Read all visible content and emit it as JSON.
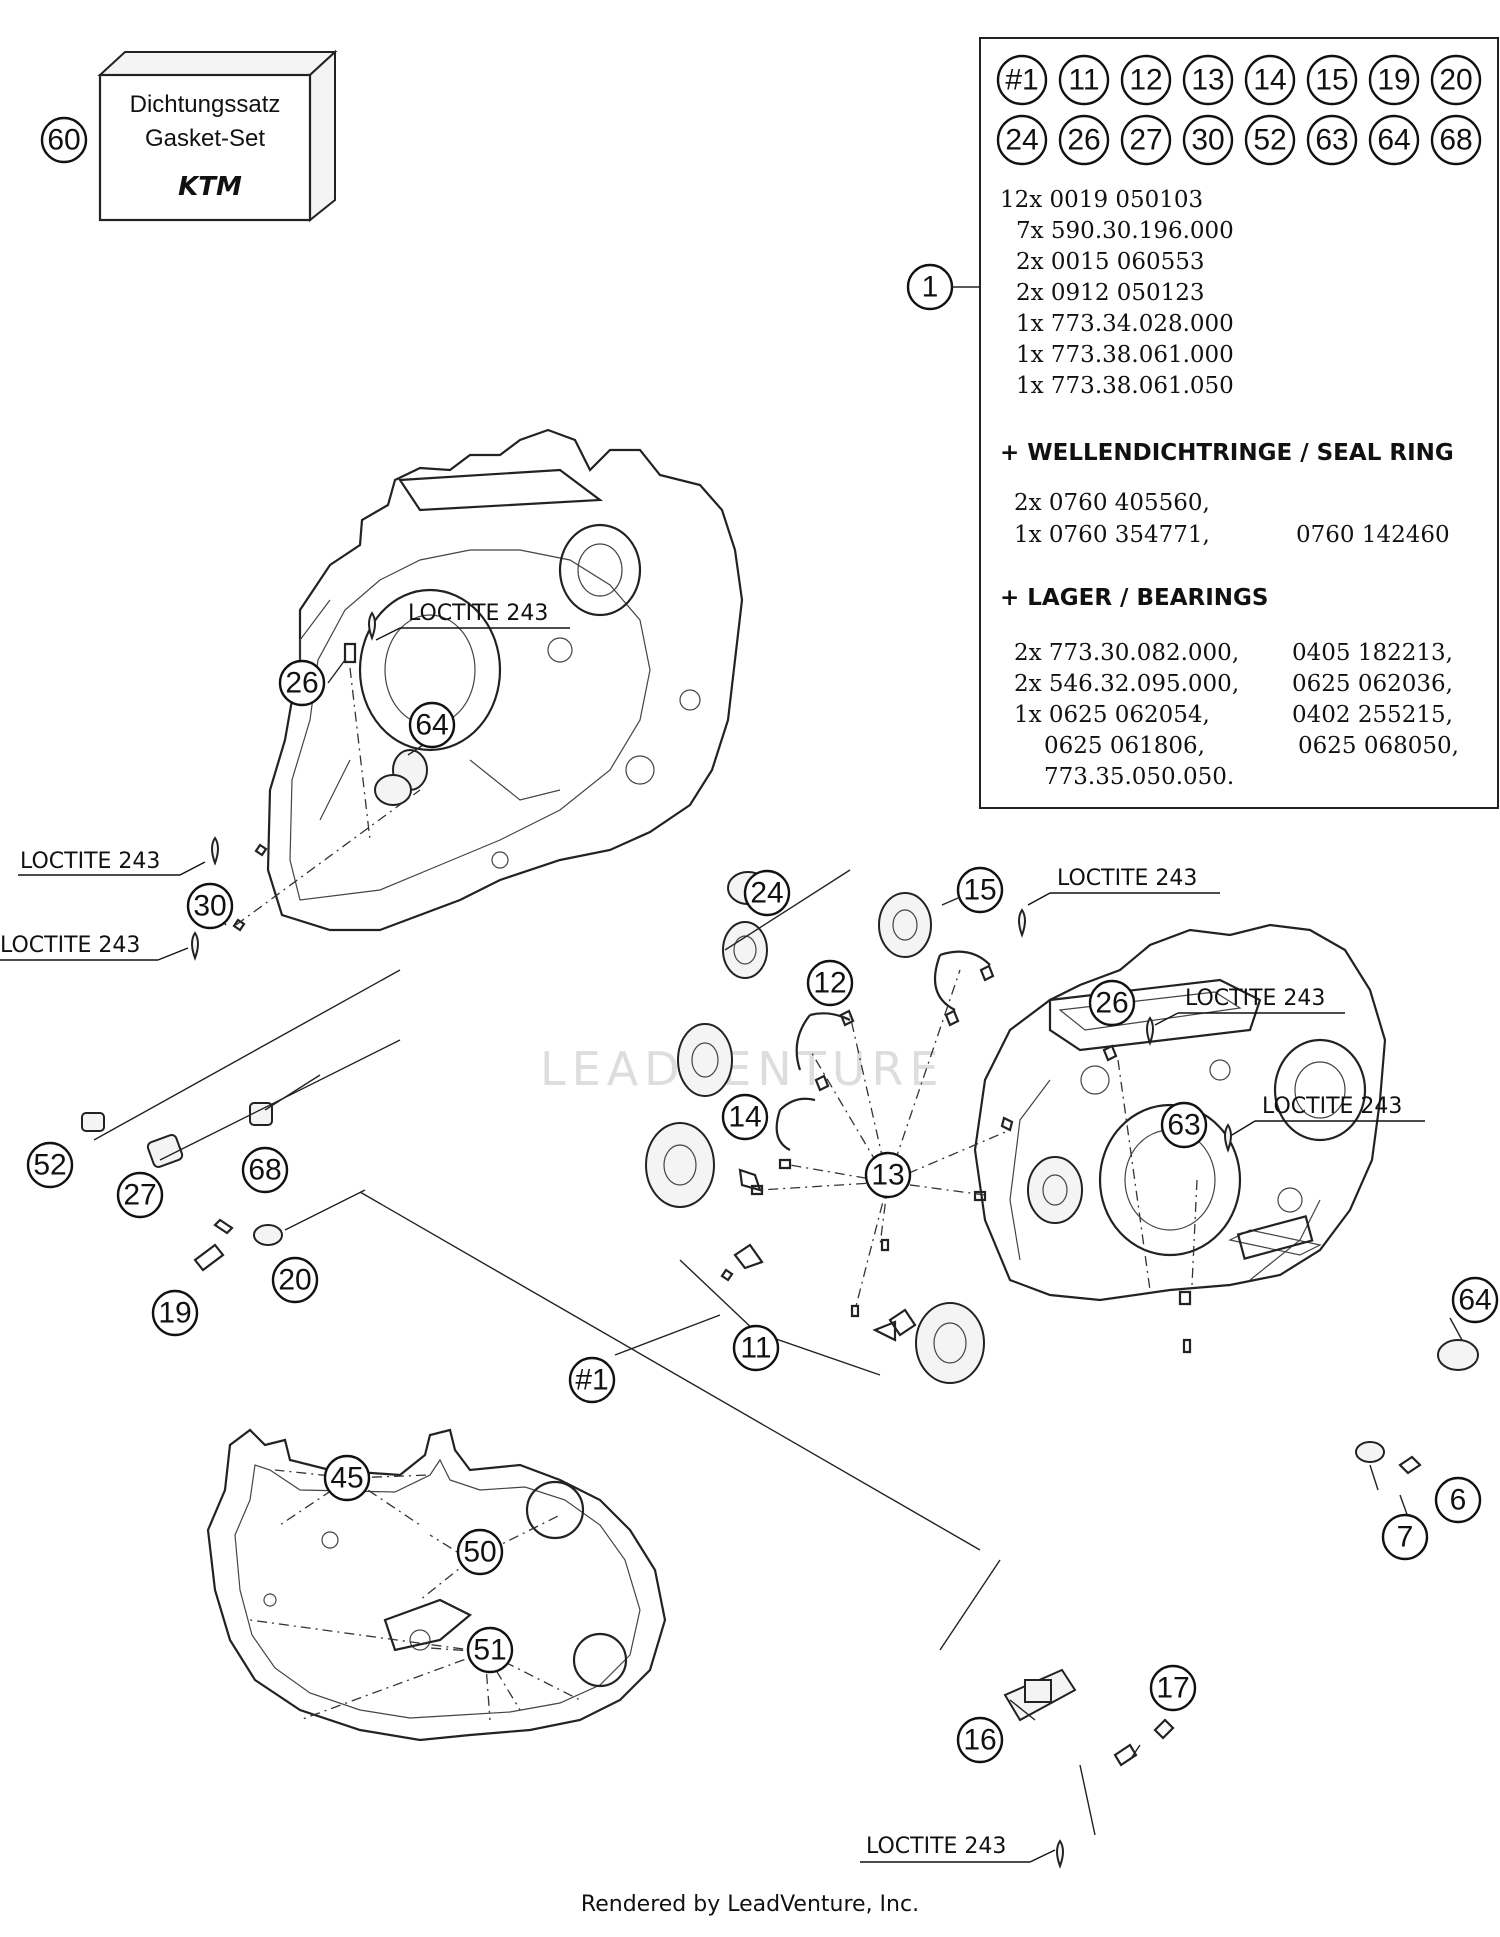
{
  "gasket_set": {
    "ref": "60",
    "line1": "Dichtungssatz",
    "line2": "Gasket-Set",
    "brand": "KTM"
  },
  "kit": {
    "ref": "1",
    "refs_row1": [
      "#1",
      "11",
      "12",
      "13",
      "14",
      "15",
      "19",
      "20"
    ],
    "refs_row2": [
      "24",
      "26",
      "27",
      "30",
      "52",
      "63",
      "64",
      "68"
    ],
    "parts": [
      "12x 0019 050103",
      "7x 590.30.196.000",
      "2x 0015 060553",
      "2x 0912 050123",
      "1x 773.34.028.000",
      "1x 773.38.061.000",
      "1x 773.38.061.050"
    ],
    "seal_heading": "+ WELLENDICHTRINGE /  SEAL RING",
    "seal_rows": [
      [
        "2x 0760 405560,",
        ""
      ],
      [
        "1x 0760 354771,",
        "0760 142460"
      ]
    ],
    "bearing_heading": "+ LAGER / BEARINGS",
    "bearing_rows": [
      [
        "2x 773.30.082.000,",
        "0405 182213,"
      ],
      [
        "2x 546.32.095.000,",
        "0625 062036,"
      ],
      [
        "1x 0625 062054,",
        "0402 255215,"
      ],
      [
        "0625 061806,",
        "0625 068050,"
      ],
      [
        "773.35.050.050.",
        ""
      ]
    ]
  },
  "loctite_label": "LOCTITE 243",
  "watermark": "LEADVENTURE",
  "callouts": {
    "c26a": "26",
    "c64a": "64",
    "c30": "30",
    "c24": "24",
    "c15": "15",
    "c12": "12",
    "c26b": "26",
    "c63": "63",
    "c14": "14",
    "c13": "13",
    "c52": "52",
    "c27": "27",
    "c68": "68",
    "c20": "20",
    "c19": "19",
    "c11": "11",
    "c64b": "64",
    "c1": "#1",
    "c6": "6",
    "c7": "7",
    "c45": "45",
    "c50": "50",
    "c51": "51",
    "c16": "16",
    "c17": "17"
  },
  "footer": "Rendered by LeadVenture, Inc."
}
